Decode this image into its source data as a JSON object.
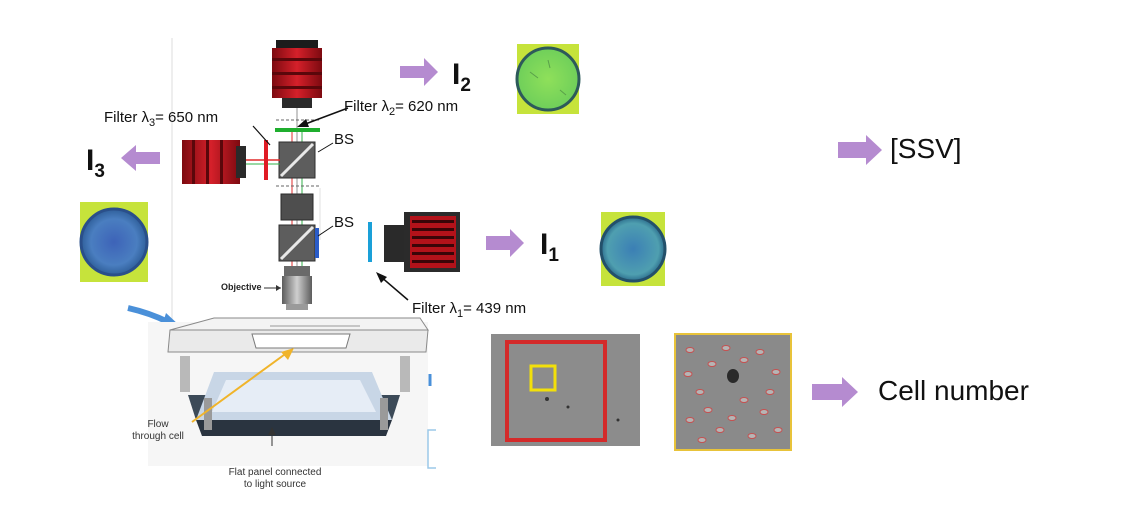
{
  "labels": {
    "filter3_prefix": "Filter λ",
    "filter3_sub": "3",
    "filter3_value": "= 650 nm",
    "filter2_prefix": "Filter λ",
    "filter2_sub": "2",
    "filter2_value": "= 620 nm",
    "filter1_prefix": "Filter λ",
    "filter1_sub": "1",
    "filter1_value": "= 439 nm",
    "bs_top": "BS",
    "bs_bottom": "BS",
    "objective": "Objective",
    "flow_cell": "Flow\nthrough cell",
    "flat_panel": "Flat panel connected\nto light source"
  },
  "outputs": {
    "i2_letter": "I",
    "i2_sub": "2",
    "i3_letter": "I",
    "i3_sub": "3",
    "i1_letter": "I",
    "i1_sub": "1",
    "ssv": "[SSV]",
    "cell_number": "Cell number"
  },
  "colors": {
    "arrow_purple": "#b58bd0",
    "camera_red": "#b3121a",
    "plot_background": "#c6e33b",
    "filter_green": "#1fae2e",
    "filter_red": "#e01b24",
    "filter_blue": "#1aa0d8",
    "roi_red": "#d42a2a",
    "roi_yellow": "#f2e00a",
    "flow_arrow": "#f0b42a",
    "input_arrow": "#4a90d9"
  }
}
